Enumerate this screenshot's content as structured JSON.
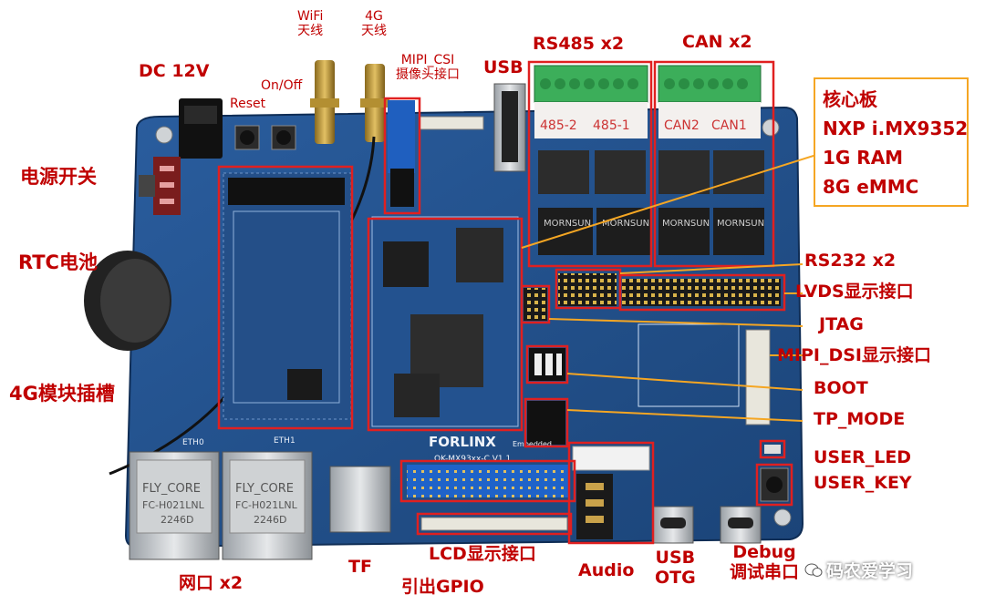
{
  "labels": {
    "wifi": "WiFi\n天线",
    "g4": "4G\n天线",
    "mipi_csi": "MIPI_CSI\n摄像头接口",
    "usb": "USB",
    "rs485": "RS485 x2",
    "can": "CAN x2",
    "dc12v": "DC 12V",
    "onoff": "On/Off",
    "reset": "Reset",
    "power_switch": "电源开关",
    "rtc": "RTC电池",
    "rs232": "RS232 x2",
    "lvds": "LVDS显示接口",
    "jtag": "JTAG",
    "mipi_dsi": "MIPI_DSI显示接口",
    "boot": "BOOT",
    "tp_mode": "TP_MODE",
    "user_led": "USER_LED",
    "user_key": "USER_KEY",
    "g4_slot": "4G模块插槽",
    "eth": "网口 x2",
    "tf": "TF",
    "gpio": "引出GPIO",
    "lcd": "LCD显示接口",
    "audio": "Audio",
    "usb_otg": "USB\nOTG",
    "debug": "Debug\n调试串口"
  },
  "core_board": [
    "核心板",
    "NXP i.MX9352",
    "1G RAM",
    "8G eMMC"
  ],
  "board_text": {
    "brand": "FORLINX",
    "brand_sub": "Embedded",
    "model": "OK-MX93xx-C V1.1",
    "rj45_brand": "FLY_CORE",
    "rj45_model": "FC-H021LNL",
    "rj45_date": "2246D",
    "rs485_tags": [
      "485-2",
      "485-1"
    ],
    "can_tags": [
      "CAN2",
      "CAN1"
    ],
    "module_brand": "MORNSUN",
    "eth0": "ETH0",
    "eth1": "ETH1"
  },
  "watermark": "码农爱学习",
  "colors": {
    "annotation": "#c00000",
    "core_box_border": "#f5a623",
    "pcb": "#1f4f8c",
    "leader": "#f5a623"
  }
}
